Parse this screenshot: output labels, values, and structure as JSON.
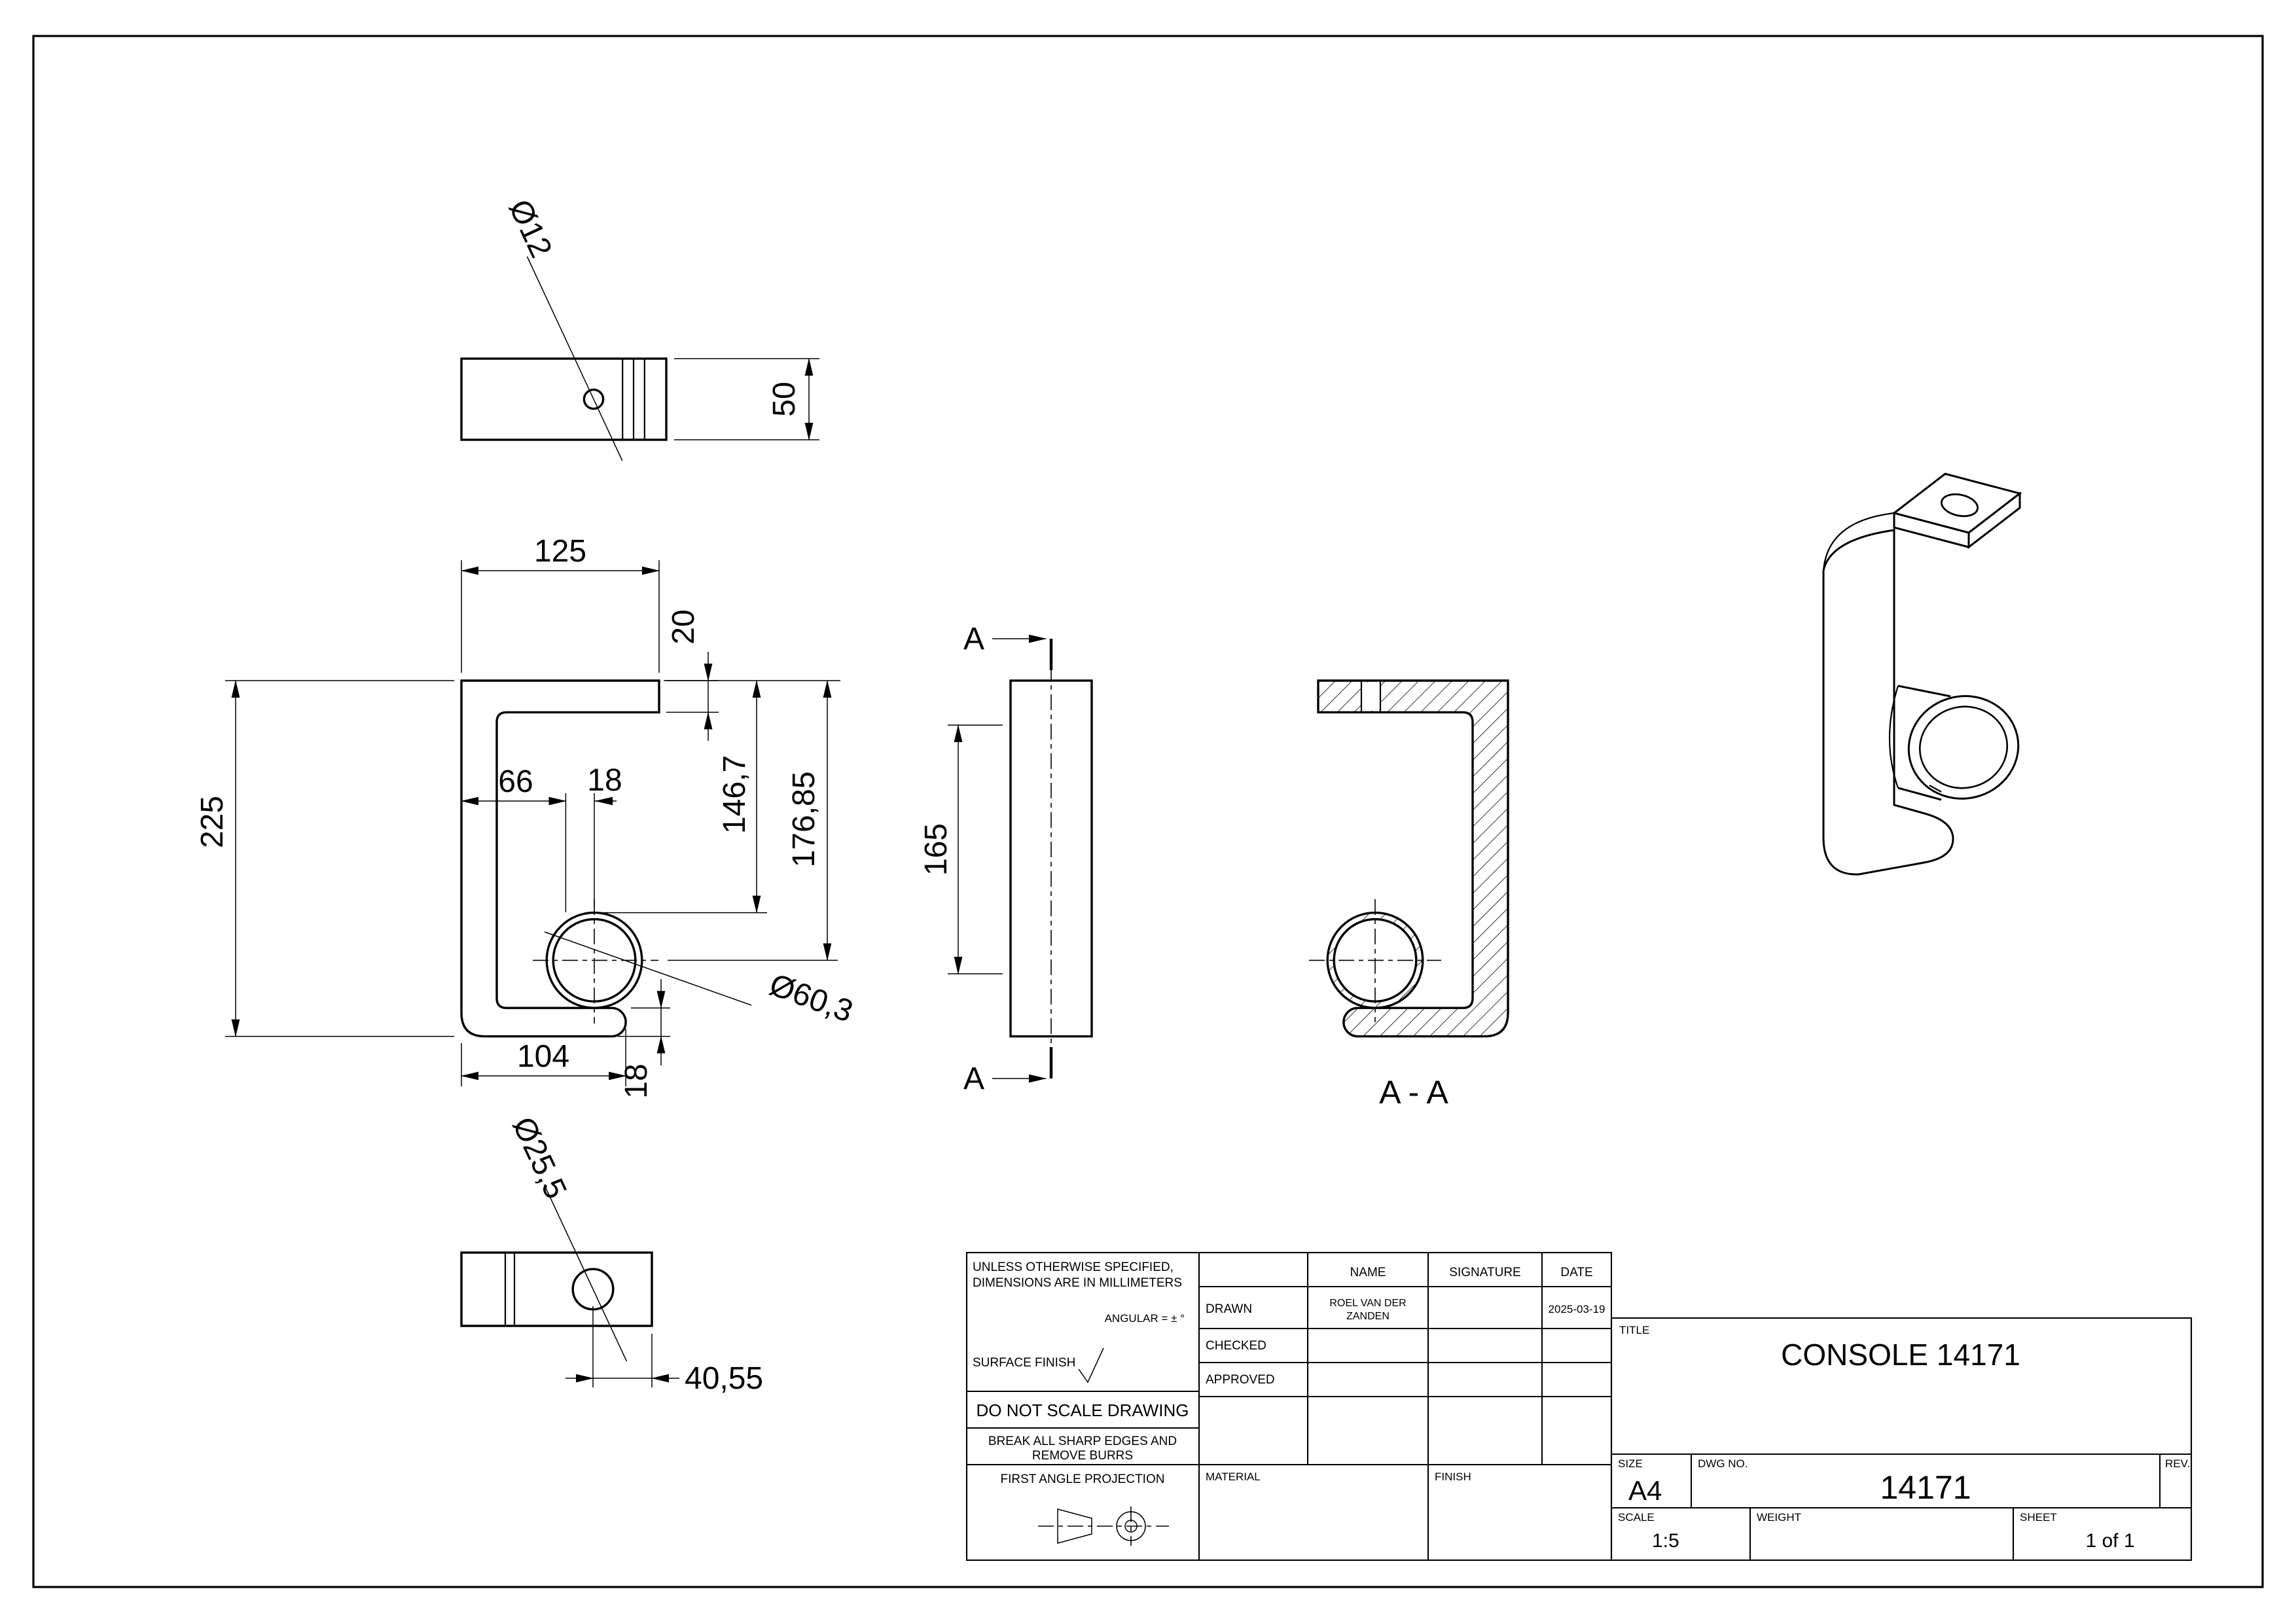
{
  "views": {
    "top": {
      "dia_hole": "Ø12",
      "height": "50"
    },
    "front": {
      "width": "125",
      "arm_thickness": "20",
      "height": "225",
      "to_hole": "66",
      "hole_offset": "18",
      "to_tube_top": "146,7",
      "to_tube_center": "176,85",
      "tube_dia": "Ø60,3",
      "arm_length": "104",
      "arm_thickness2": "18"
    },
    "side": {
      "length": "165",
      "section_letter": "A"
    },
    "section": {
      "label": "A - A"
    },
    "bottom": {
      "dia_hole": "Ø25,5",
      "edge_dist": "40,55"
    }
  },
  "titleblock": {
    "tolerance_note_1": "UNLESS OTHERWISE SPECIFIED,",
    "tolerance_note_2": "DIMENSIONS ARE IN MILLIMETERS",
    "angular_note": "ANGULAR = ± °",
    "surface_finish": "SURFACE FINISH",
    "do_not_scale": "DO NOT SCALE DRAWING",
    "deburr_1": "BREAK ALL SHARP EDGES AND",
    "deburr_2": "REMOVE BURRS",
    "projection": "FIRST ANGLE PROJECTION",
    "col_name": "NAME",
    "col_signature": "SIGNATURE",
    "col_date": "DATE",
    "row_drawn": "DRAWN",
    "row_checked": "CHECKED",
    "row_approved": "APPROVED",
    "drawn_name_1": "ROEL VAN DER",
    "drawn_name_2": "ZANDEN",
    "drawn_date": "2025-03-19",
    "material_label": "MATERIAL",
    "finish_label": "FINISH",
    "title_label": "TITLE",
    "title": "CONSOLE 14171",
    "size_label": "SIZE",
    "size": "A4",
    "dwg_label": "DWG NO.",
    "dwg_no": "14171",
    "rev_label": "REV.",
    "scale_label": "SCALE",
    "scale": "1:5",
    "weight_label": "WEIGHT",
    "sheet_label": "SHEET",
    "sheet": "1 of 1"
  }
}
